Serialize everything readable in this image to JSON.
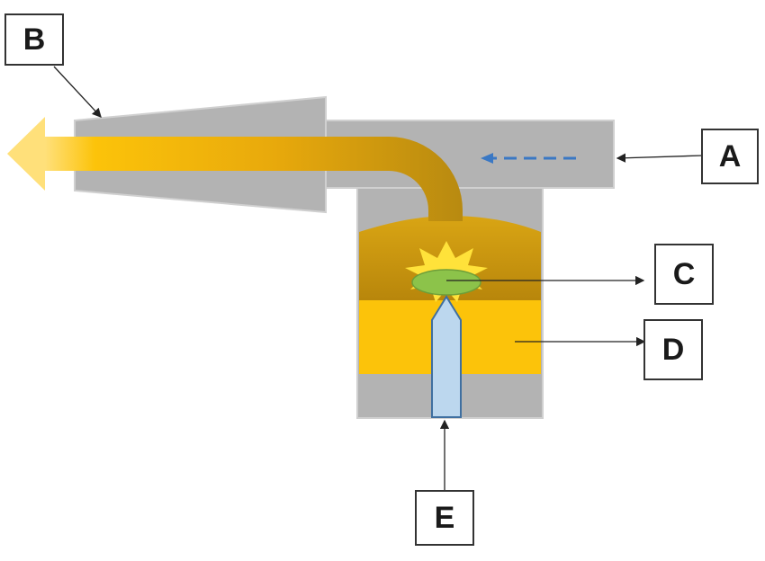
{
  "labels": {
    "A": "A",
    "B": "B",
    "C": "C",
    "D": "D",
    "E": "E"
  },
  "colors": {
    "housing": "#b3b3b3",
    "chamber_dark": "#c99b12",
    "fuel_layer": "#fcc30a",
    "flow_arrow": "#f5c21b",
    "airflow_arrow": "#3a78c4",
    "ignition_zone": "#8cc34a",
    "igniter": "#bcd7ee",
    "spark": "#ffe23a"
  },
  "icons": {
    "exhaust_flow": "exhaust-flow-arrow",
    "air_intake_flow": "air-intake-dashed-arrow",
    "flame": "flame-burst-icon",
    "igniter": "igniter-probe-icon"
  }
}
